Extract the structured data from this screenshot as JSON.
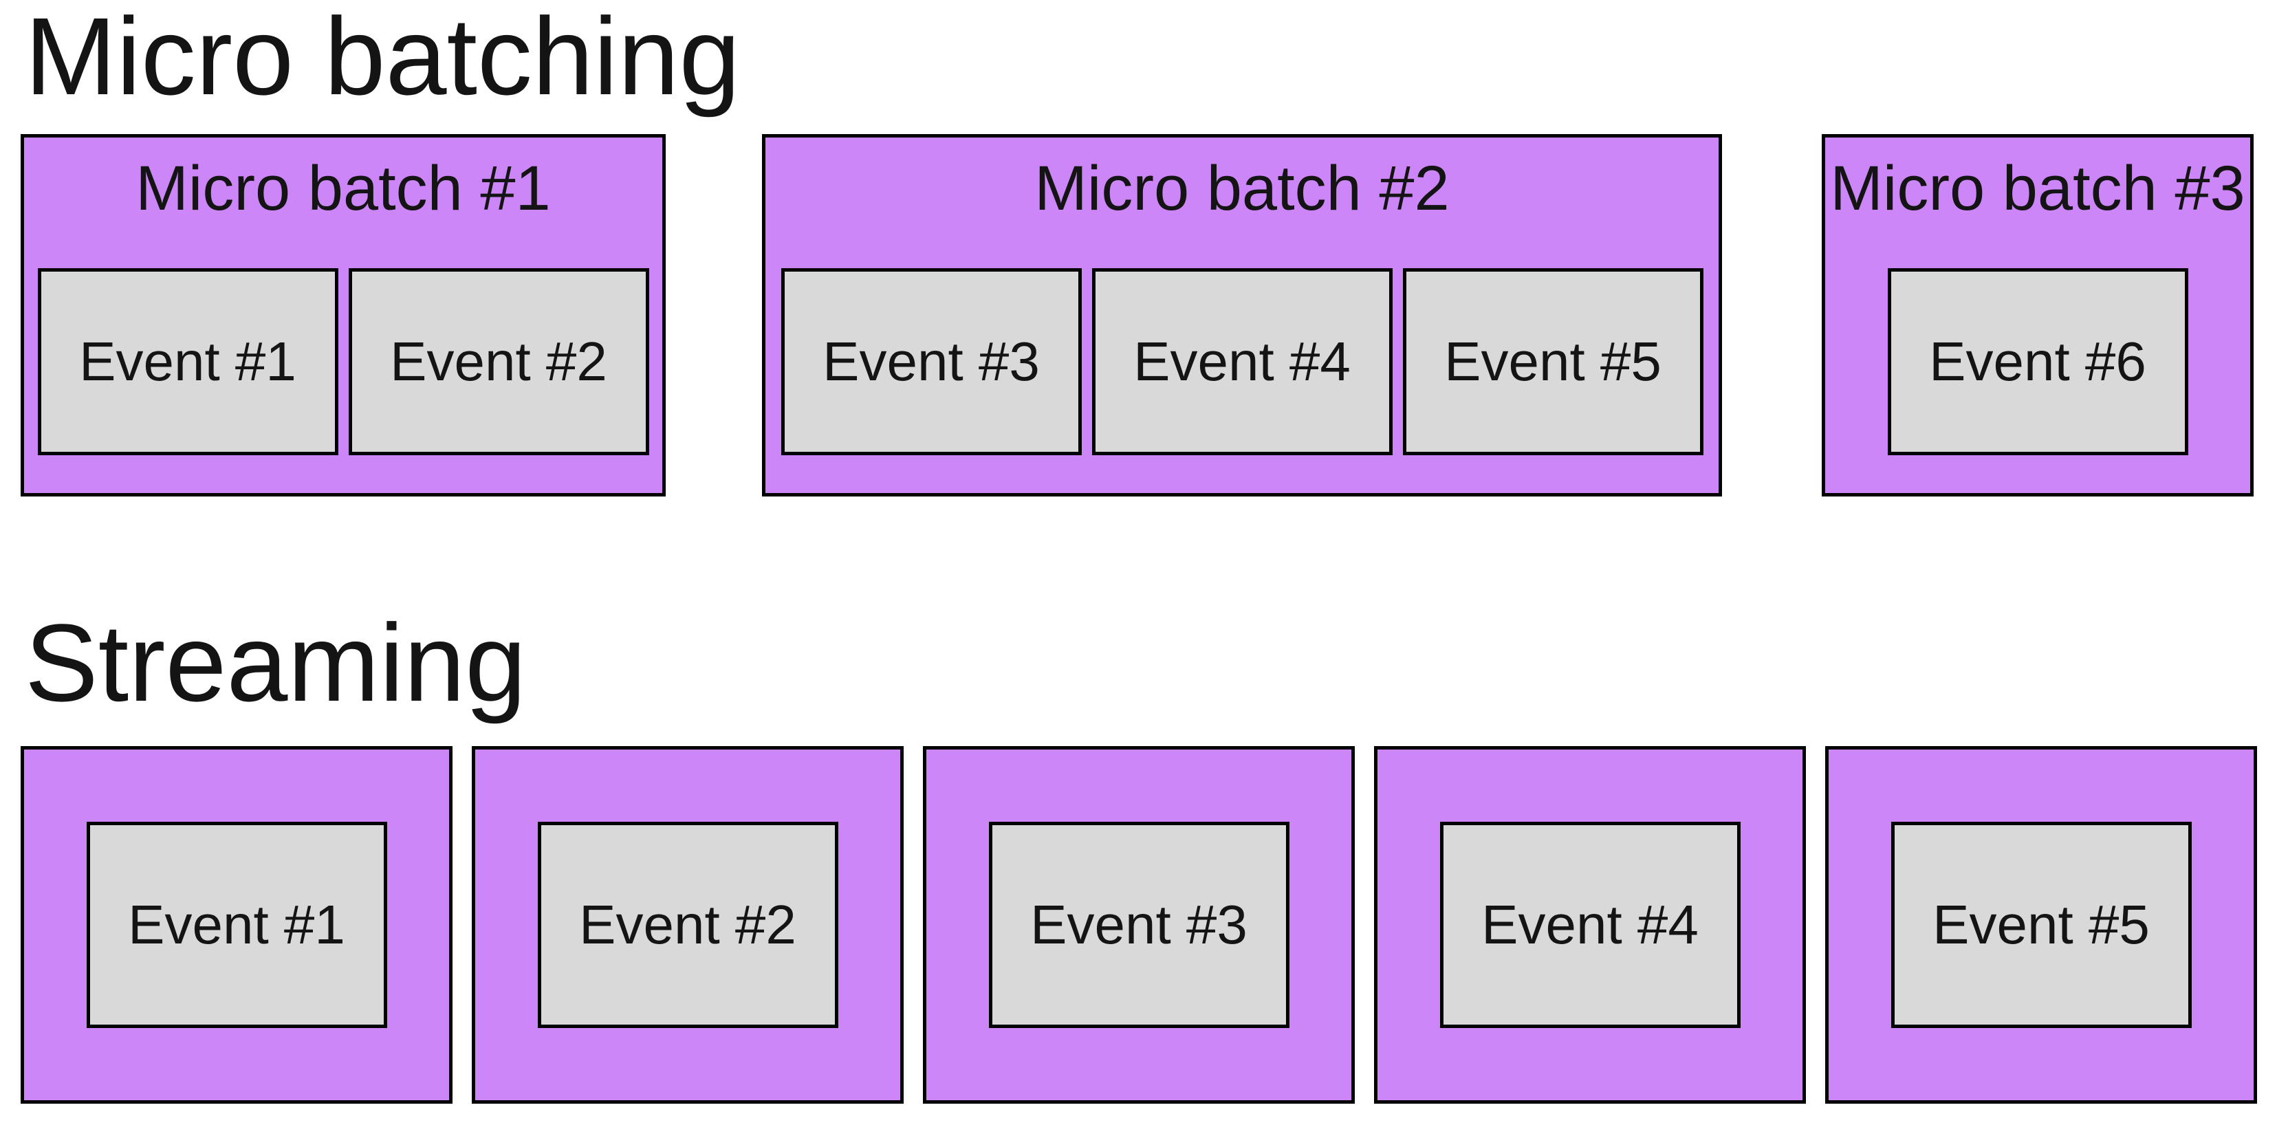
{
  "colors": {
    "background": "#FFFFFF",
    "batch-fill": "#CD86F8",
    "event-fill": "#D9D9D9",
    "border": "#000000",
    "text": "#141414"
  },
  "sections": [
    {
      "title": "Micro batching",
      "batches": [
        {
          "label": "Micro batch #1",
          "events": [
            "Event #1",
            "Event #2"
          ]
        },
        {
          "label": "Micro batch #2",
          "events": [
            "Event #3",
            "Event #4",
            "Event #5"
          ]
        },
        {
          "label": "Micro batch #3",
          "events": [
            "Event #6"
          ]
        }
      ]
    },
    {
      "title": "Streaming",
      "events": [
        "Event #1",
        "Event #2",
        "Event #3",
        "Event #4",
        "Event #5"
      ]
    }
  ]
}
